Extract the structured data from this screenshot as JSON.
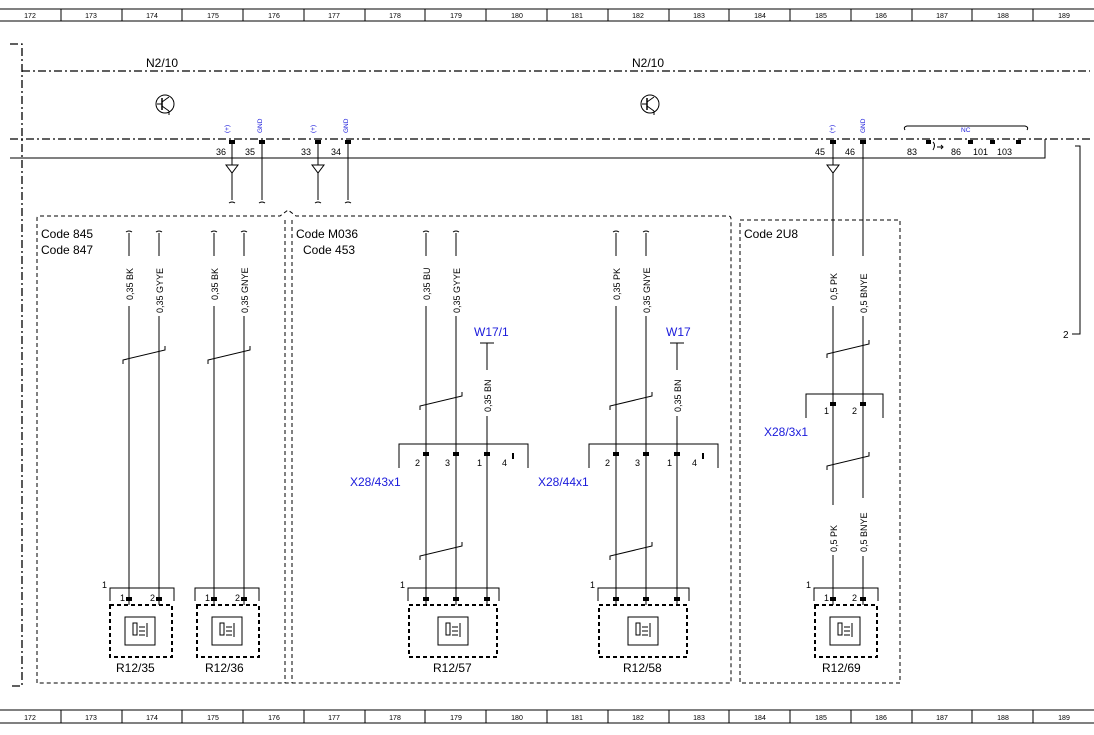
{
  "ruler": [
    "172",
    "173",
    "174",
    "175",
    "176",
    "177",
    "178",
    "179",
    "180",
    "181",
    "182",
    "183",
    "184",
    "185",
    "186",
    "187",
    "188",
    "189"
  ],
  "modules": {
    "left": "N2/10",
    "right": "N2/10"
  },
  "pins": {
    "p36": "36",
    "p35": "35",
    "p33": "33",
    "p34": "34",
    "p45": "45",
    "p46": "46",
    "p83": "83",
    "p86": "86",
    "p101": "101",
    "p103": "103",
    "plus": "(+)",
    "gnd": "GND",
    "nc": "NC"
  },
  "codes": {
    "c845": "Code 845",
    "c847": "Code 847",
    "m036": "Code M036",
    "c453": "Code 453",
    "c2u8": "Code 2U8"
  },
  "wires": {
    "w1": "0,35 BK",
    "w2": "0,35 GYYE",
    "w3": "0,35 BK",
    "w4": "0,35 GNYE",
    "w5": "0,35 BU",
    "w6": "0,35 GYYE",
    "w7": "0,35 BN",
    "w8": "0,35 PK",
    "w9": "0,35 GNYE",
    "w10": "0,35 BN",
    "w11": "0,5 PK",
    "w12": "0,5 BNYE",
    "w13": "0,5 PK",
    "w14": "0,5 BNYE"
  },
  "connectors": {
    "x43": "X28/43x1",
    "x44": "X28/44x1",
    "x3": "X28/3x1"
  },
  "grounds": {
    "w17_1": "W17/1",
    "w17": "W17"
  },
  "components": {
    "r35": "R12/35",
    "r36": "R12/36",
    "r57": "R12/57",
    "r58": "R12/58",
    "r69": "R12/69"
  },
  "connector_pins": {
    "one": "1",
    "two": "2",
    "three": "3",
    "four": "4"
  },
  "page_ref": "2",
  "colors": {
    "line": "#000000",
    "label_blue": "#1a1adb",
    "background": "#ffffff"
  },
  "icons": {
    "module_symbol": "transistor-icon",
    "sensor_symbol": "temperature-sensor-icon",
    "ground_symbol": "ground-arrow-icon"
  }
}
